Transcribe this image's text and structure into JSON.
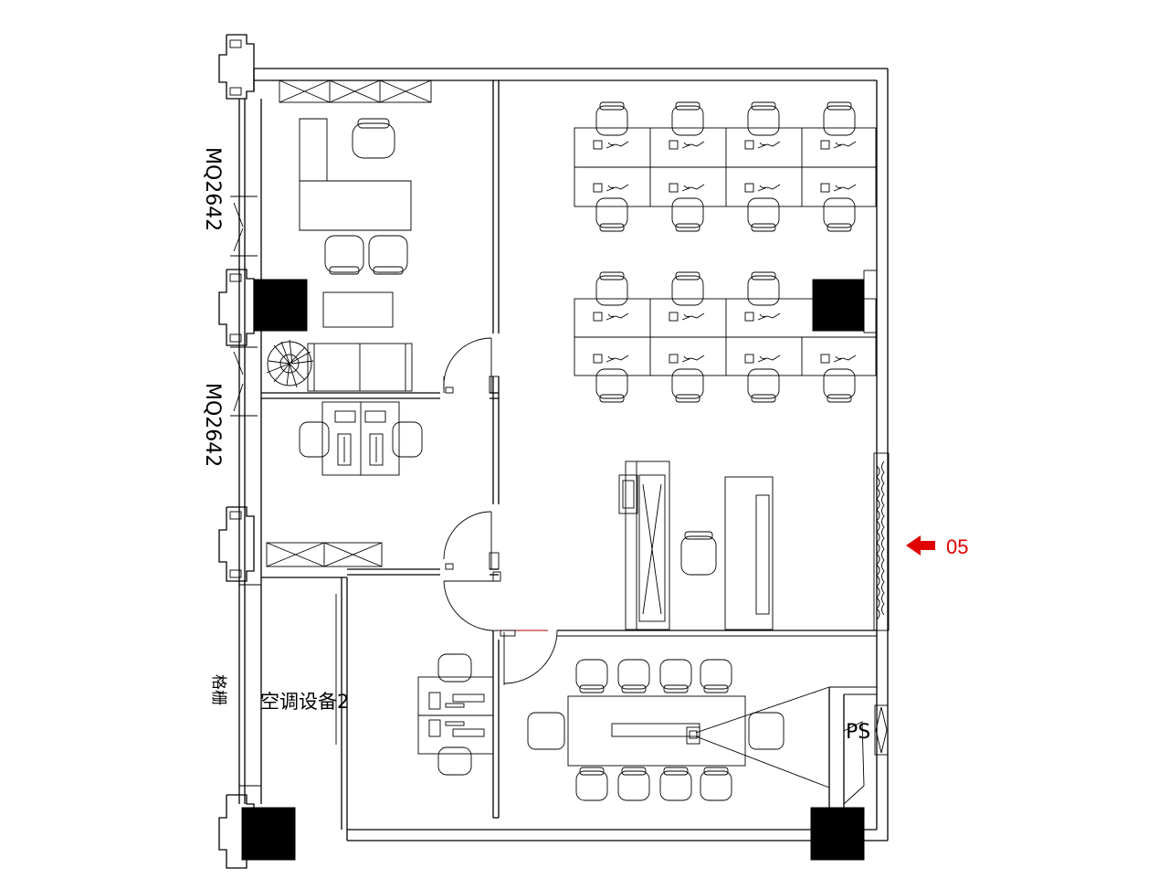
{
  "labels": {
    "window_left_upper": "MQ2642",
    "window_left_lower": "MQ2642",
    "grille": "格栅",
    "ac_room": "空调设备2",
    "shaft": "PS",
    "view_marker": "05"
  },
  "colors": {
    "line": "#000000",
    "annotation": "#e00000",
    "background": "#ffffff"
  }
}
